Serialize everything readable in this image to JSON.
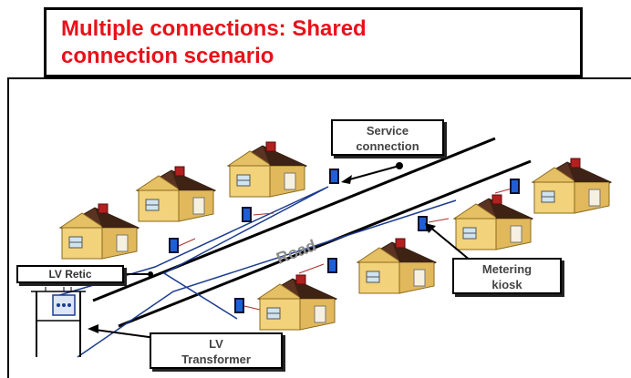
{
  "title": "Multiple connections:  Shared\nconnection scenario",
  "labels": {
    "road": "Road",
    "service_connection": "Service\nconnection",
    "metering_kiosk": "Metering\nkiosk",
    "lv_retic": "LV Retic",
    "lv_transformer": "LV\nTransformer"
  },
  "colors": {
    "title": "#e8111a",
    "cable": "#1a3b8f",
    "service_line": "#a8322a",
    "house_wall": "#f2d27a",
    "house_roof": "#4a2a1a",
    "chimney": "#b22020",
    "meter": "#1f5fd6"
  }
}
